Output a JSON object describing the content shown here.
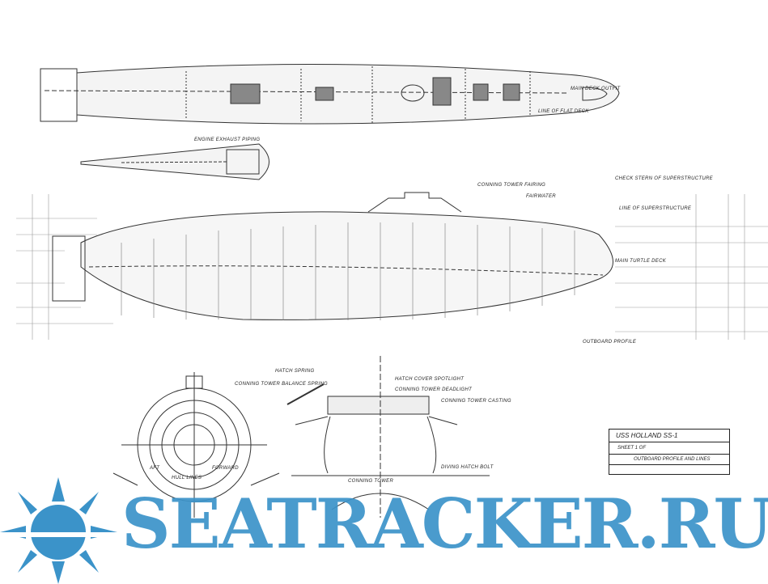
{
  "drawing": {
    "plan_view_label": "MAIN DECK OUTFIT",
    "plan_note": "LINE OF FLAT DECK",
    "exhaust_label": "ENGINE EXHAUST PIPING",
    "profile_labels": [
      "CONNING TOWER FAIRING",
      "FAIRWATER",
      "CHECK STERN OF SUPERSTRUCTURE",
      "LINE OF SUPERSTRUCTURE",
      "MAIN TURTLE DECK",
      "OUTBOARD PROFILE"
    ],
    "tower_labels": [
      "HATCH SPRING",
      "HATCH COVER SPOTLIGHT",
      "CONNING TOWER DEADLIGHT",
      "CONNING TOWER CASTING",
      "CONNING TOWER BALANCE SPRING",
      "DIVING HATCH BOLT"
    ],
    "section_labels": [
      "AFT",
      "FORWARD",
      "HULL LINES",
      "CONNING TOWER"
    ]
  },
  "title_block": {
    "ship": "USS HOLLAND SS-1",
    "sheet": "SHEET 1 OF",
    "title": "OUTBOARD PROFILE AND LINES"
  },
  "watermark": "SEATRACKER.RU"
}
